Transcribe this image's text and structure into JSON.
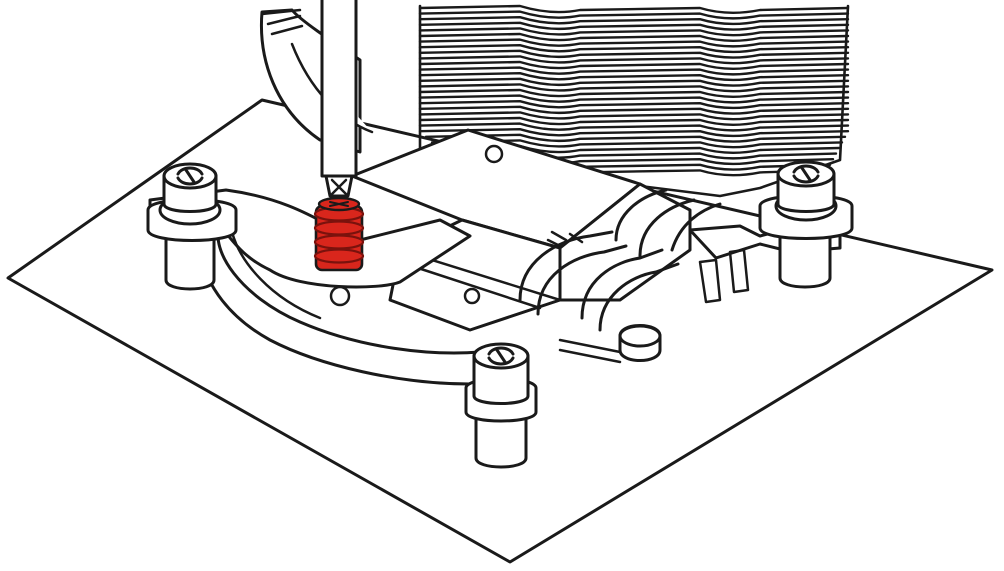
{
  "figure": {
    "icon": "cpu-cooler-install-icon",
    "colors": {
      "line": "#1a1a1a",
      "fill": "#ffffff",
      "highlight": "#d9261c",
      "highlight_dark": "#7a120d"
    }
  },
  "diagram": {
    "nodes": [
      {
        "id": "motherboard",
        "label": ""
      },
      {
        "id": "backplate-post-left",
        "label": ""
      },
      {
        "id": "backplate-post-right",
        "label": ""
      },
      {
        "id": "backplate-post-front",
        "label": ""
      },
      {
        "id": "mounting-bracket",
        "label": ""
      },
      {
        "id": "cooler-base",
        "label": ""
      },
      {
        "id": "heatpipes",
        "label": ""
      },
      {
        "id": "fin-stack",
        "label": ""
      },
      {
        "id": "fan",
        "label": ""
      },
      {
        "id": "screwdriver",
        "label": ""
      },
      {
        "id": "spring-screw-highlighted",
        "label": ""
      }
    ],
    "edges": []
  }
}
